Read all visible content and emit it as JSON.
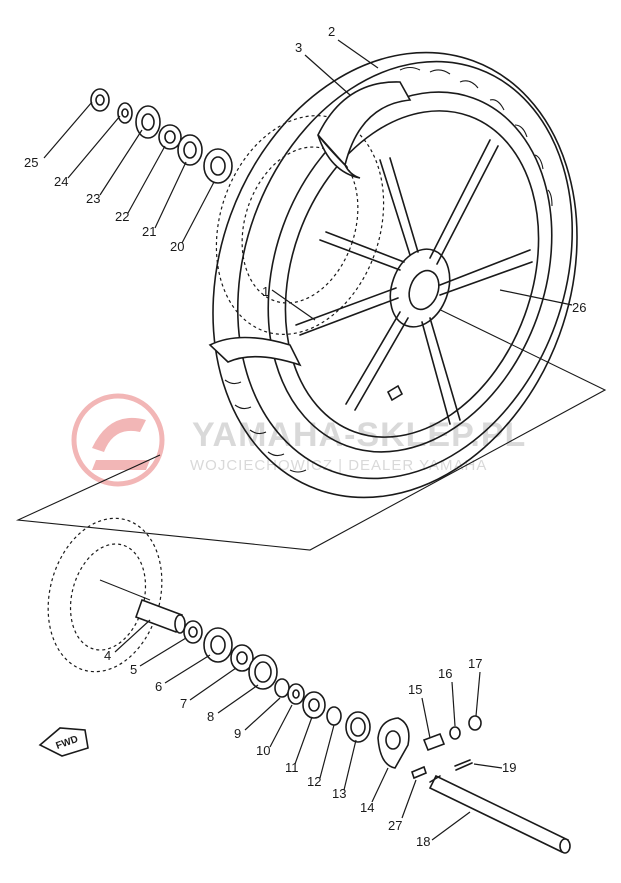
{
  "watermark": {
    "title": "YAMAHA-SKLEP.PL",
    "subtitle": "WOJCIECHOWICZ | DEALER YAMAHA",
    "logo_color": "#f2b6b6",
    "text_color": "#d9d9d9"
  },
  "direction_marker": {
    "label": "FWD"
  },
  "callouts": [
    {
      "id": "c1",
      "label": "1"
    },
    {
      "id": "c2",
      "label": "2"
    },
    {
      "id": "c3",
      "label": "3"
    },
    {
      "id": "c4",
      "label": "4"
    },
    {
      "id": "c5",
      "label": "5"
    },
    {
      "id": "c6",
      "label": "6"
    },
    {
      "id": "c7",
      "label": "7"
    },
    {
      "id": "c8",
      "label": "8"
    },
    {
      "id": "c9",
      "label": "9"
    },
    {
      "id": "c10",
      "label": "10"
    },
    {
      "id": "c11",
      "label": "11"
    },
    {
      "id": "c12",
      "label": "12"
    },
    {
      "id": "c13",
      "label": "13"
    },
    {
      "id": "c14",
      "label": "14"
    },
    {
      "id": "c15",
      "label": "15"
    },
    {
      "id": "c16",
      "label": "16"
    },
    {
      "id": "c17",
      "label": "17"
    },
    {
      "id": "c18",
      "label": "18"
    },
    {
      "id": "c19",
      "label": "19"
    },
    {
      "id": "c20",
      "label": "20"
    },
    {
      "id": "c21",
      "label": "21"
    },
    {
      "id": "c22",
      "label": "22"
    },
    {
      "id": "c23",
      "label": "23"
    },
    {
      "id": "c24",
      "label": "24"
    },
    {
      "id": "c25",
      "label": "25"
    },
    {
      "id": "c26",
      "label": "26"
    },
    {
      "id": "c27",
      "label": "27"
    }
  ]
}
